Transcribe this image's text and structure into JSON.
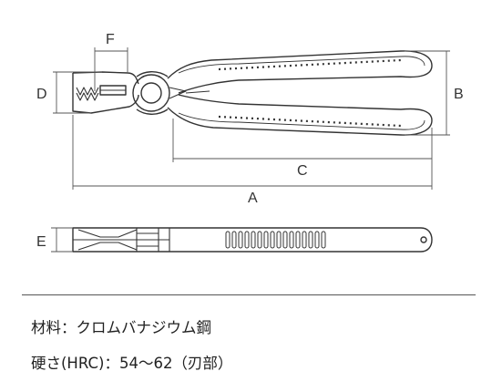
{
  "dimension_labels": {
    "a": "A",
    "b": "B",
    "c": "C",
    "d": "D",
    "e": "E",
    "f": "F"
  },
  "specs": {
    "material": "材料：クロムバナジウム鋼",
    "hardness": "硬さ(HRC)：54～62（刃部）"
  },
  "colors": {
    "line": "#333333",
    "dimension_line": "#555555"
  }
}
